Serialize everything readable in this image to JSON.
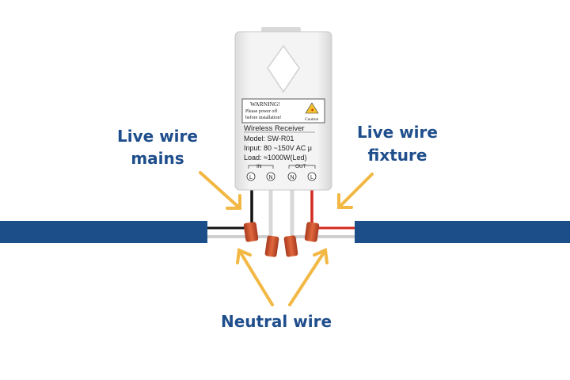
{
  "labels": {
    "live_mains_line1": "Live wire",
    "live_mains_line2": "mains",
    "live_fixture_line1": "Live wire",
    "live_fixture_line2": "fixture",
    "neutral": "Neutral wire"
  },
  "device": {
    "warning_title": "WARNING!",
    "warning_line1": "Please power off",
    "warning_line2": "before installation!",
    "caution": "Caution",
    "name": "Wireless Receiver",
    "model": "Model: SW-R01",
    "input": "Input: 80 ~150V  AC  μ",
    "load": "Load: ≈1000W(Led)",
    "in_label": "IN",
    "out_label": "OUT",
    "terminals": [
      "L",
      "N",
      "N",
      "L"
    ]
  },
  "colors": {
    "label_text": "#1f4e8c",
    "arrow": "#f2b843",
    "cable": "#1c4f8a",
    "wire_live_in": "#111111",
    "wire_live_out": "#d42a1f",
    "connector": "#c9502e",
    "device_body": "#eeeeee"
  }
}
